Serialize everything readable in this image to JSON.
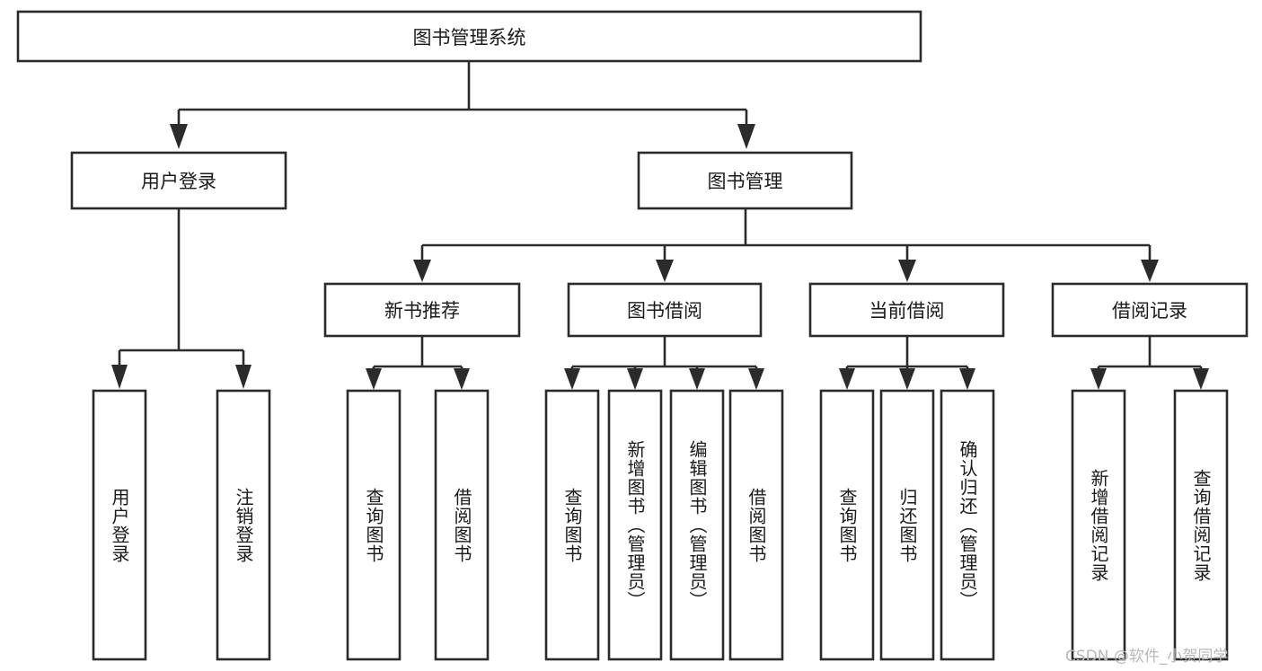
{
  "diagram": {
    "type": "tree-hierarchy",
    "title": "图书管理系统",
    "orientation": "top-down",
    "colors": {
      "box_stroke": "#2b2b2b",
      "box_fill": "#ffffff",
      "text": "#1a1a1a",
      "background": "#ffffff",
      "watermark": "#b8b8b8"
    },
    "levels": {
      "level1": [
        {
          "id": "root",
          "label": "图书管理系统"
        }
      ],
      "level2": [
        {
          "id": "user-login",
          "label": "用户登录"
        },
        {
          "id": "book-management",
          "label": "图书管理"
        }
      ],
      "level3": [
        {
          "id": "new-book-recommend",
          "label": "新书推荐",
          "parent": "book-management"
        },
        {
          "id": "book-borrow",
          "label": "图书借阅",
          "parent": "book-management"
        },
        {
          "id": "current-borrow",
          "label": "当前借阅",
          "parent": "book-management"
        },
        {
          "id": "borrow-record",
          "label": "借阅记录",
          "parent": "book-management"
        }
      ],
      "level4": [
        {
          "id": "leaf-user-login",
          "label": "用户登录",
          "parent": "user-login"
        },
        {
          "id": "leaf-user-logout",
          "label": "注销登录",
          "parent": "user-login"
        },
        {
          "id": "leaf-query-book-1",
          "label": "查询图书",
          "parent": "new-book-recommend"
        },
        {
          "id": "leaf-borrow-book-1",
          "label": "借阅图书",
          "parent": "new-book-recommend"
        },
        {
          "id": "leaf-query-book-2",
          "label": "查询图书",
          "parent": "book-borrow"
        },
        {
          "id": "leaf-add-book",
          "label": "新增图书（管理员）",
          "parent": "book-borrow"
        },
        {
          "id": "leaf-edit-book",
          "label": "编辑图书（管理员）",
          "parent": "book-borrow"
        },
        {
          "id": "leaf-borrow-book-2",
          "label": "借阅图书",
          "parent": "book-borrow"
        },
        {
          "id": "leaf-query-book-3",
          "label": "查询图书",
          "parent": "current-borrow"
        },
        {
          "id": "leaf-return-book",
          "label": "归还图书",
          "parent": "current-borrow"
        },
        {
          "id": "leaf-confirm-return",
          "label": "确认归还（管理员）",
          "parent": "current-borrow"
        },
        {
          "id": "leaf-add-record",
          "label": "新增借阅记录",
          "parent": "borrow-record"
        },
        {
          "id": "leaf-query-record",
          "label": "查询借阅记录",
          "parent": "borrow-record"
        }
      ]
    },
    "watermark": "CSDN @软件_小贺同学"
  }
}
